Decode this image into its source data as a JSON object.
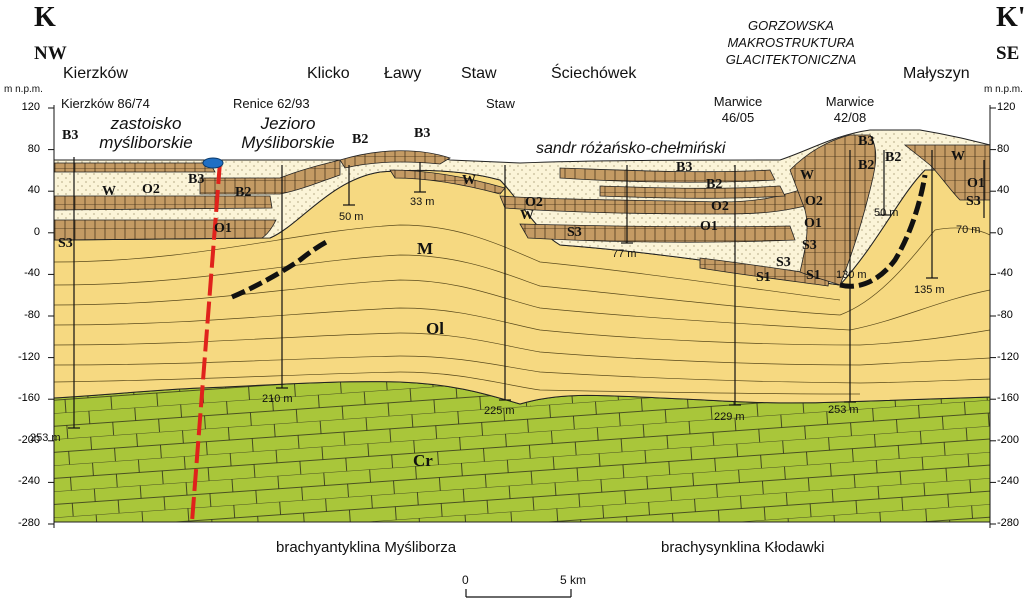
{
  "section_ends": {
    "left": "K",
    "right": "K'",
    "left_dir": "NW",
    "right_dir": "SE"
  },
  "axis": {
    "unit": "m n.p.m.",
    "ticks": [
      "120",
      "80",
      "40",
      "0",
      "-40",
      "-80",
      "-120",
      "-160",
      "-200",
      "-240",
      "-280"
    ]
  },
  "places": [
    "Kierzków",
    "Klicko",
    "Ławy",
    "Staw",
    "Ściechówek",
    "Małyszyn"
  ],
  "wells": [
    "Kierzków 86/74",
    "Renice 62/93",
    "Staw",
    "Marwice 46/05",
    "Marwice 42/08"
  ],
  "well_depths": [
    "253 m",
    "50 m",
    "33 m",
    "210 m",
    "225 m",
    "77 m",
    "229 m",
    "130 m",
    "50 m",
    "135 m",
    "253 m",
    "70 m"
  ],
  "features": {
    "lake": "zastoisko myśliborskie",
    "jezioro": "Jezioro Myśliborskie",
    "sandr": "sandr różańsko-chełmiński",
    "macro_l1": "GORZOWSKA",
    "macro_l2": "MAKROSTRUKTURA",
    "macro_l3": "GLACITEKTONICZNA"
  },
  "unit_labels": [
    "B3",
    "W",
    "O2",
    "B3",
    "B2",
    "O1",
    "S3",
    "B2",
    "B3",
    "W",
    "M",
    "Ol",
    "Cr",
    "W",
    "O2",
    "S3",
    "B3",
    "B2",
    "O2",
    "O1",
    "W",
    "O2",
    "O1",
    "S3",
    "S3",
    "S1",
    "S1",
    "B3",
    "B2",
    "B2",
    "W",
    "O1",
    "S3"
  ],
  "structures": {
    "left": "brachyantyklina Myśliborza",
    "right": "brachysynklina Kłodawki"
  },
  "scale": {
    "zero": "0",
    "end": "5 km"
  },
  "colors": {
    "cretaceous": "#a9c63a",
    "tertiary": "#f6d981",
    "sand": "#fbf4d8",
    "till": "#c49b64",
    "fault": "#e0221c",
    "lake": "#1f6fc4",
    "lines": "#222222"
  }
}
